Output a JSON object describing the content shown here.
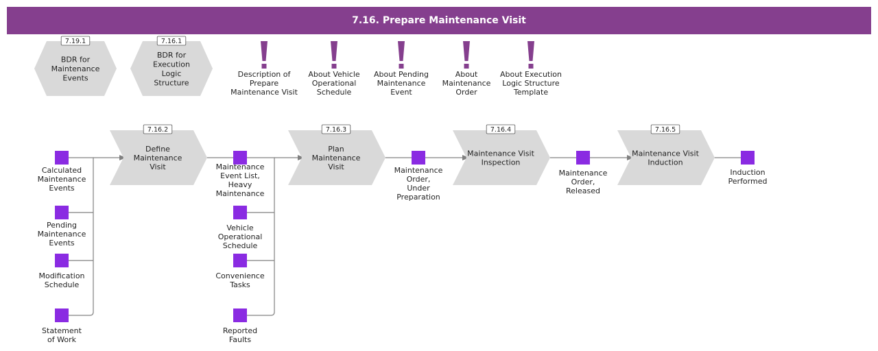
{
  "header": {
    "title": "7.16. Prepare Maintenance Visit"
  },
  "colors": {
    "header": "#853f8e",
    "process": "#d9d9d9",
    "event": "#8a2be2",
    "exclamation": "#853f8e",
    "connector": "#808080"
  },
  "references": [
    {
      "ref": "7.19.1",
      "lines": [
        "BDR for",
        "Maintenance",
        "Events"
      ]
    },
    {
      "ref": "7.16.1",
      "lines": [
        "BDR for",
        "Execution",
        "Logic",
        "Structure"
      ]
    }
  ],
  "info_items": [
    {
      "icon": "exclamation-icon",
      "lines": [
        "Description of",
        "Prepare",
        "Maintenance Visit"
      ]
    },
    {
      "icon": "exclamation-icon",
      "lines": [
        "About Vehicle",
        "Operational",
        "Schedule"
      ]
    },
    {
      "icon": "exclamation-icon",
      "lines": [
        "About Pending",
        "Maintenance",
        "Event"
      ]
    },
    {
      "icon": "exclamation-icon",
      "lines": [
        "About",
        "Maintenance",
        "Order"
      ]
    },
    {
      "icon": "exclamation-icon",
      "lines": [
        "About Execution",
        "Logic Structure",
        "Template"
      ]
    }
  ],
  "processes": [
    {
      "ref": "7.16.2",
      "lines": [
        "Define",
        "Maintenance",
        "Visit"
      ]
    },
    {
      "ref": "7.16.3",
      "lines": [
        "Plan",
        "Maintenance",
        "Visit"
      ]
    },
    {
      "ref": "7.16.4",
      "lines": [
        "Maintenance Visit",
        "Inspection"
      ]
    },
    {
      "ref": "7.16.5",
      "lines": [
        "Maintenance Visit",
        "Induction"
      ]
    }
  ],
  "events": [
    {
      "lines": [
        "Calculated",
        "Maintenance",
        "Events"
      ]
    },
    {
      "lines": [
        "Pending",
        "Maintenance",
        "Events"
      ]
    },
    {
      "lines": [
        "Modification",
        "Schedule"
      ]
    },
    {
      "lines": [
        "Statement",
        "of Work"
      ]
    },
    {
      "lines": [
        "Maintenance",
        "Event List,",
        "Heavy",
        "Maintenance"
      ]
    },
    {
      "lines": [
        "Vehicle",
        "Operational",
        "Schedule"
      ]
    },
    {
      "lines": [
        "Convenience",
        "Tasks"
      ]
    },
    {
      "lines": [
        "Reported",
        "Faults"
      ]
    },
    {
      "lines": [
        "Maintenance",
        "Order,",
        "Under",
        "Preparation"
      ]
    },
    {
      "lines": [
        "Maintenance",
        "Order,",
        "Released"
      ]
    },
    {
      "lines": [
        "Induction",
        "Performed"
      ]
    }
  ]
}
